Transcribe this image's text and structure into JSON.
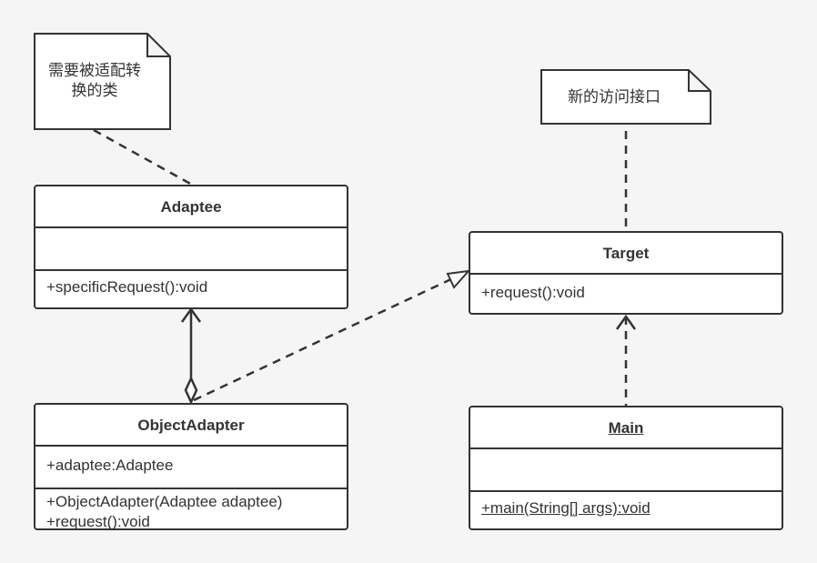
{
  "notes": {
    "adaptee_note": "需要被适配转换的类",
    "adaptee_note_line1": "需要被适配转",
    "adaptee_note_line2": "换的类",
    "target_note": "新的访问接口"
  },
  "classes": {
    "adaptee": {
      "name": "Adaptee",
      "methods": [
        "+specificRequest():void"
      ]
    },
    "target": {
      "name": "Target",
      "methods": [
        "+request():void"
      ]
    },
    "object_adapter": {
      "name": "ObjectAdapter",
      "attributes": [
        "+adaptee:Adaptee"
      ],
      "methods": [
        "+ObjectAdapter(Adaptee adaptee)",
        "+request():void"
      ]
    },
    "main": {
      "name": "Main",
      "methods": [
        "+main(String[] args):void"
      ]
    }
  },
  "colors": {
    "stroke": "#333333",
    "background": "#f5f5f5",
    "fill": "#ffffff"
  }
}
